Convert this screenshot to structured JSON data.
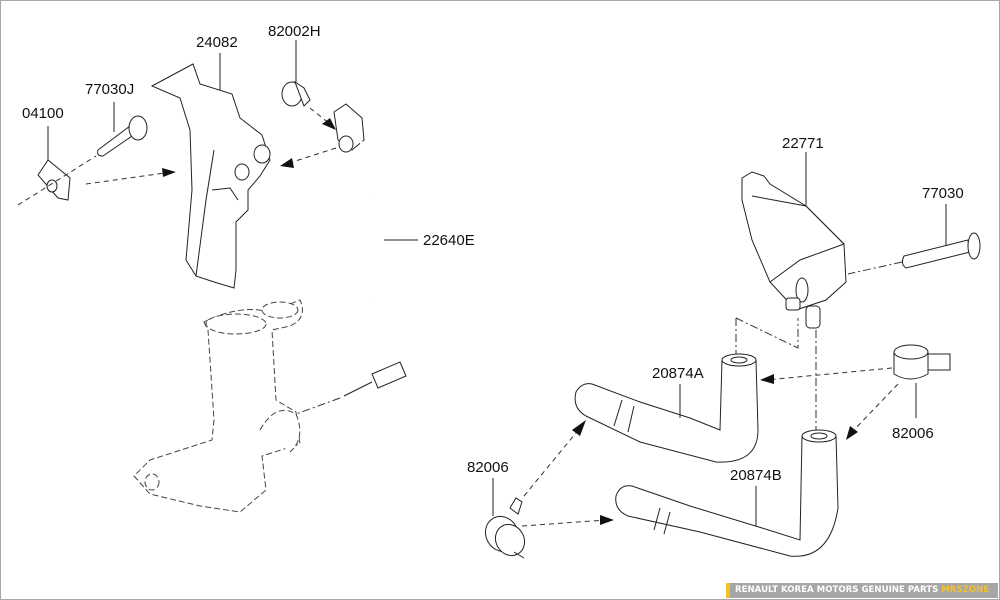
{
  "diagram": {
    "type": "exploded-parts-diagram",
    "part_labels": {
      "p04100": "04100",
      "p77030J": "77030J",
      "p24082": "24082",
      "p82002H": "82002H",
      "p22640E": "22640E",
      "p22771": "22771",
      "p77030": "77030",
      "p20874A": "20874A",
      "p20874B": "20874B",
      "p82006_left": "82006",
      "p82006_right": "82006"
    }
  },
  "footer": {
    "text": "RENAULT KOREA MOTORS GENUINE PARTS",
    "brand": "MRSZONE",
    "accent_color": "#f2c12e"
  }
}
